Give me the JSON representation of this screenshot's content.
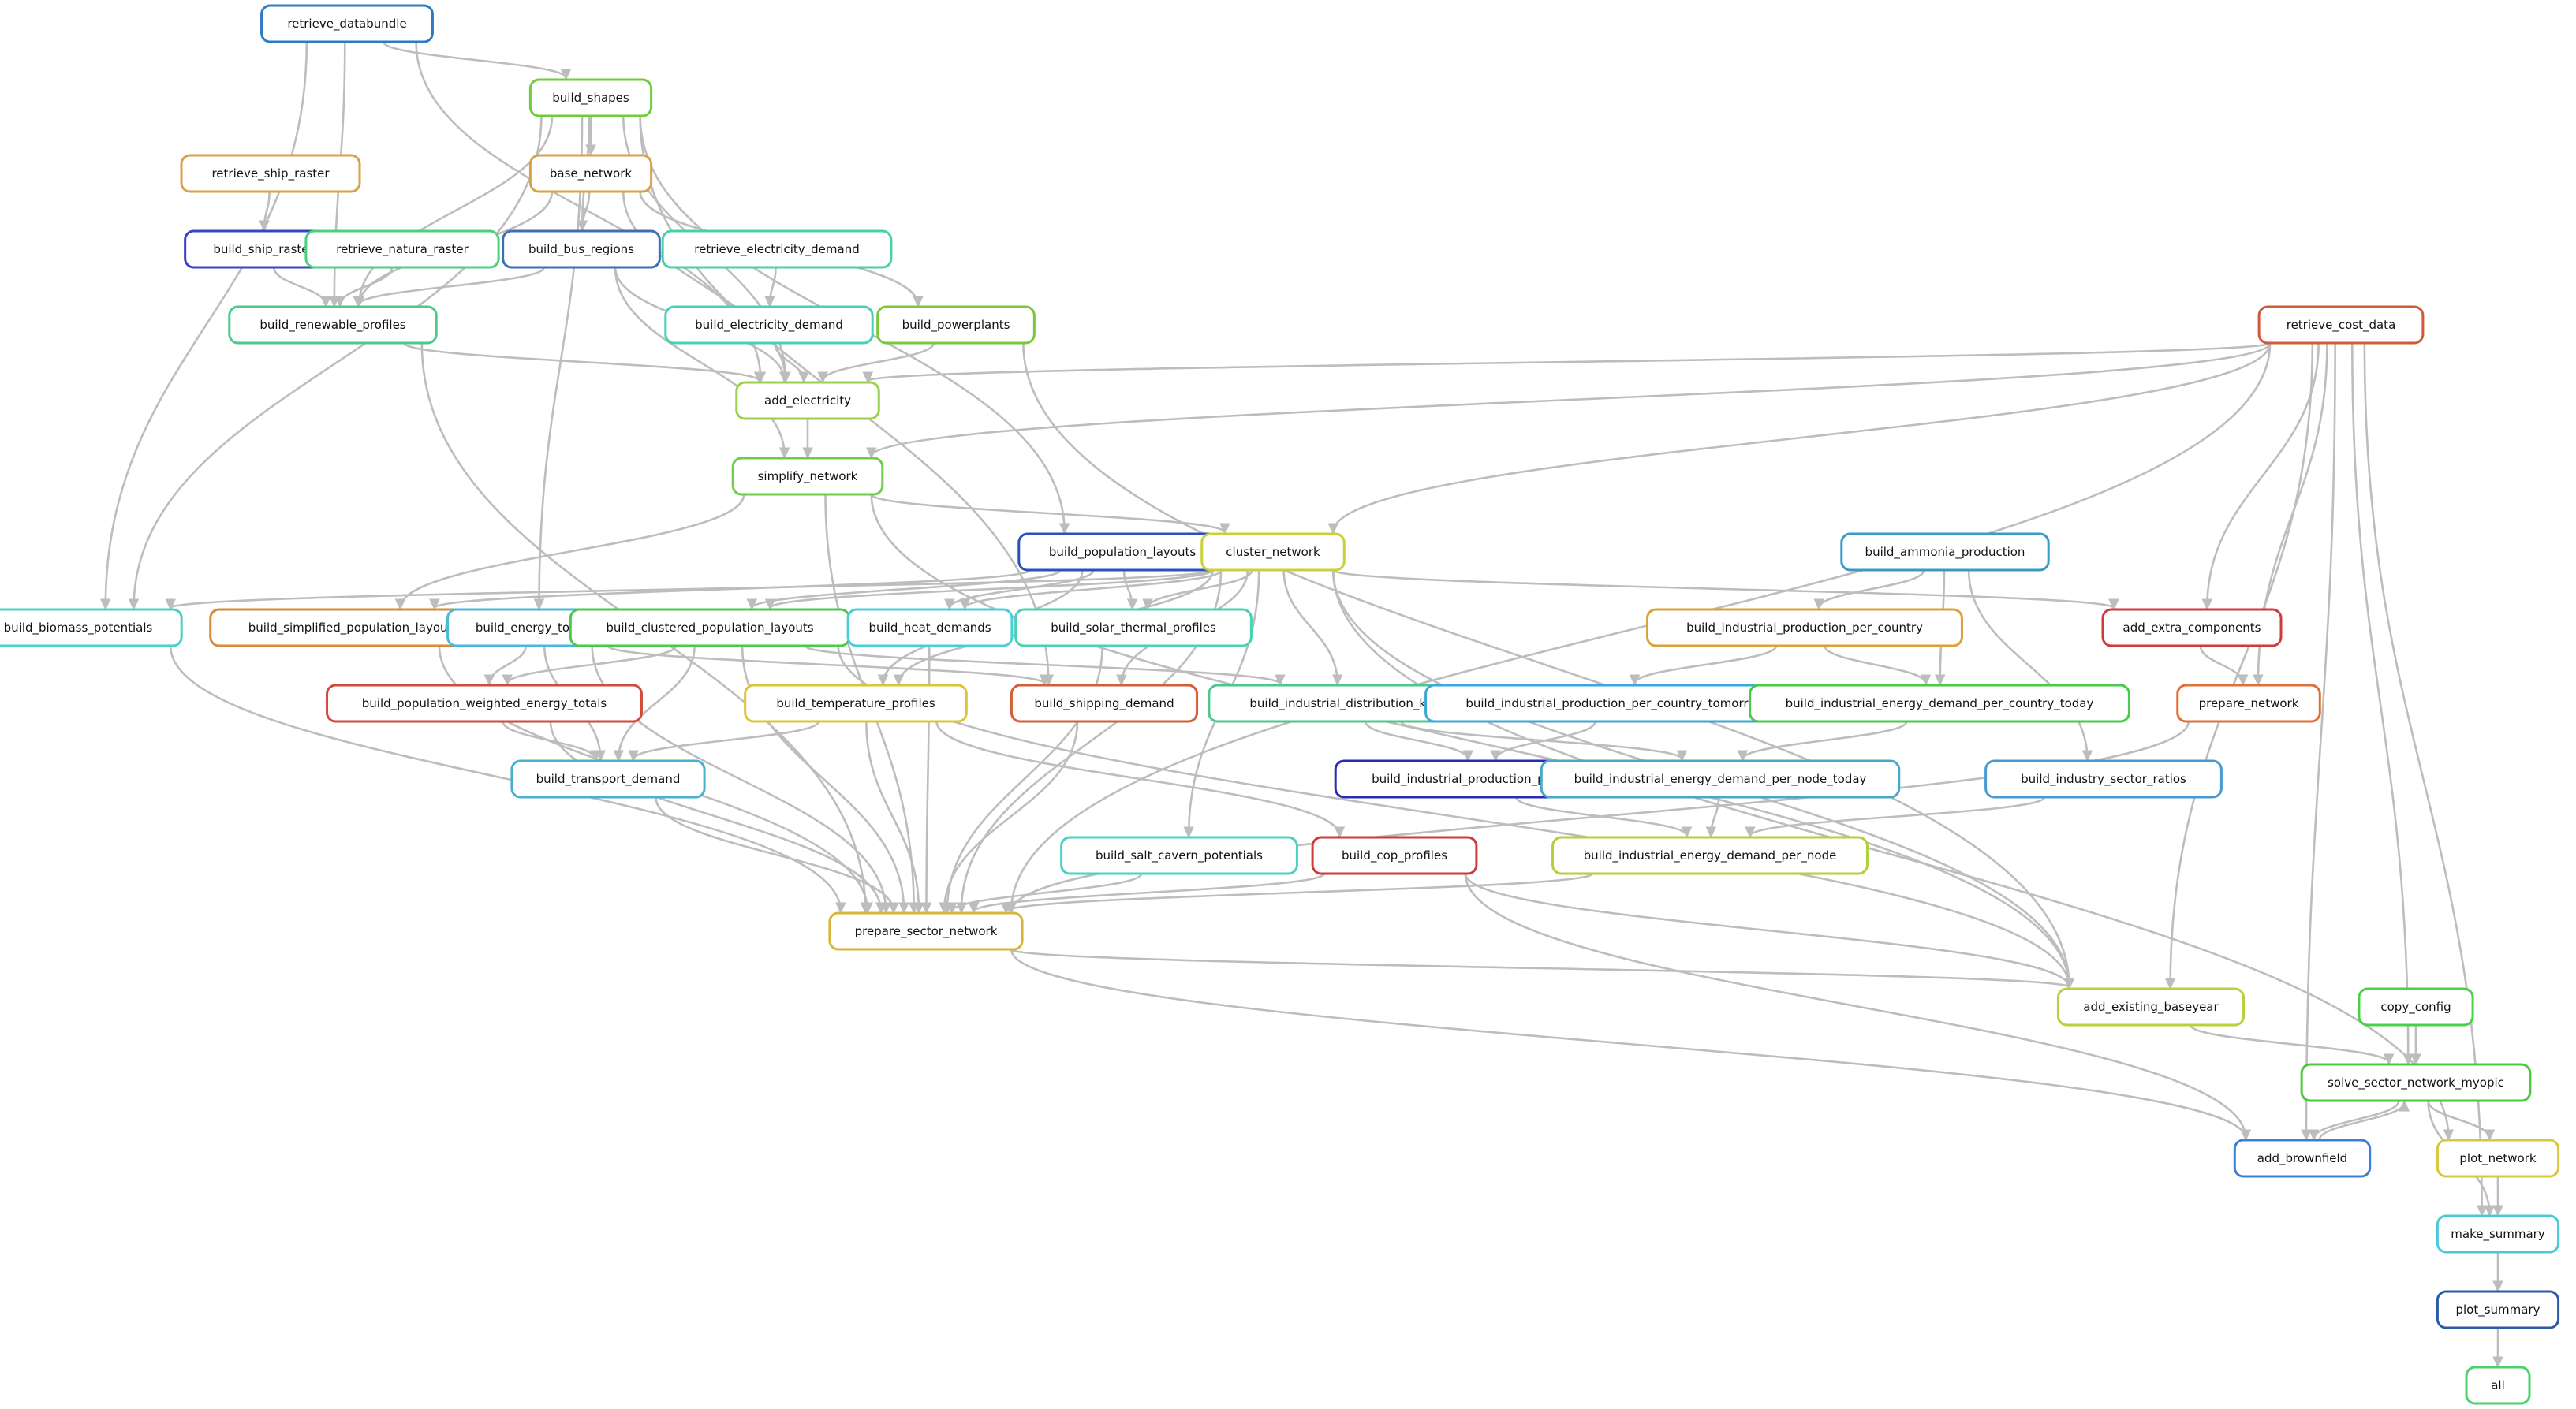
{
  "diagram": {
    "nodes": [
      {
        "id": "retrieve_databundle",
        "label": "retrieve_databundle",
        "color": "#2e7bc4"
      },
      {
        "id": "build_shapes",
        "label": "build_shapes",
        "color": "#6fcc3a"
      },
      {
        "id": "retrieve_ship_raster",
        "label": "retrieve_ship_raster",
        "color": "#d9a24a"
      },
      {
        "id": "base_network",
        "label": "base_network",
        "color": "#d9a24a"
      },
      {
        "id": "build_ship_raster",
        "label": "build_ship_raster",
        "color": "#3a43c4"
      },
      {
        "id": "retrieve_natura_raster",
        "label": "retrieve_natura_raster",
        "color": "#49d17c"
      },
      {
        "id": "build_bus_regions",
        "label": "build_bus_regions",
        "color": "#3d6fb3"
      },
      {
        "id": "retrieve_electricity_demand",
        "label": "retrieve_electricity_demand",
        "color": "#49d1a6"
      },
      {
        "id": "build_renewable_profiles",
        "label": "build_renewable_profiles",
        "color": "#49c98a"
      },
      {
        "id": "build_electricity_demand",
        "label": "build_electricity_demand",
        "color": "#49d1b5"
      },
      {
        "id": "build_powerplants",
        "label": "build_powerplants",
        "color": "#7ac93a"
      },
      {
        "id": "retrieve_cost_data",
        "label": "retrieve_cost_data",
        "color": "#d15a3a"
      },
      {
        "id": "add_electricity",
        "label": "add_electricity",
        "color": "#9ad150"
      },
      {
        "id": "simplify_network",
        "label": "simplify_network",
        "color": "#6fcc4a"
      },
      {
        "id": "build_population_layouts",
        "label": "build_population_layouts",
        "color": "#2a53b5"
      },
      {
        "id": "cluster_network",
        "label": "cluster_network",
        "color": "#c8d13a"
      },
      {
        "id": "build_ammonia_production",
        "label": "build_ammonia_production",
        "color": "#3a9ac4"
      },
      {
        "id": "build_biomass_potentials",
        "label": "build_biomass_potentials",
        "color": "#49d1c1"
      },
      {
        "id": "build_simplified_population_layouts",
        "label": "build_simplified_population_layouts",
        "color": "#d98a3a"
      },
      {
        "id": "build_energy_totals",
        "label": "build_energy_totals",
        "color": "#49b8d9"
      },
      {
        "id": "build_clustered_population_layouts",
        "label": "build_clustered_population_layouts",
        "color": "#4ac94a"
      },
      {
        "id": "build_heat_demands",
        "label": "build_heat_demands",
        "color": "#49cdd9"
      },
      {
        "id": "build_solar_thermal_profiles",
        "label": "build_solar_thermal_profiles",
        "color": "#49d1b0"
      },
      {
        "id": "build_industrial_production_per_country",
        "label": "build_industrial_production_per_country",
        "color": "#d9a23a"
      },
      {
        "id": "add_extra_components",
        "label": "add_extra_components",
        "color": "#d13a3a"
      },
      {
        "id": "build_population_weighted_energy_totals",
        "label": "build_population_weighted_energy_totals",
        "color": "#d14a3a"
      },
      {
        "id": "build_temperature_profiles",
        "label": "build_temperature_profiles",
        "color": "#d9c43a"
      },
      {
        "id": "build_shipping_demand",
        "label": "build_shipping_demand",
        "color": "#d1603a"
      },
      {
        "id": "build_industrial_distribution_key",
        "label": "build_industrial_distribution_key",
        "color": "#49c98a"
      },
      {
        "id": "build_industrial_production_per_country_tomorrow",
        "label": "build_industrial_production_per_country_tomorrow",
        "color": "#3aa8d9"
      },
      {
        "id": "build_industrial_energy_demand_per_country_today",
        "label": "build_industrial_energy_demand_per_country_today",
        "color": "#4ac94a"
      },
      {
        "id": "prepare_network",
        "label": "prepare_network",
        "color": "#e0703a"
      },
      {
        "id": "build_transport_demand",
        "label": "build_transport_demand",
        "color": "#49b0d1"
      },
      {
        "id": "build_industrial_production_per_node",
        "label": "build_industrial_production_per_node",
        "color": "#2a2ab5"
      },
      {
        "id": "build_industrial_energy_demand_per_node_today",
        "label": "build_industrial_energy_demand_per_node_today",
        "color": "#49a8c9"
      },
      {
        "id": "build_industry_sector_ratios",
        "label": "build_industry_sector_ratios",
        "color": "#4a9ad1"
      },
      {
        "id": "build_salt_cavern_potentials",
        "label": "build_salt_cavern_potentials",
        "color": "#49d1c4"
      },
      {
        "id": "build_cop_profiles",
        "label": "build_cop_profiles",
        "color": "#d13a3a"
      },
      {
        "id": "build_industrial_energy_demand_per_node",
        "label": "build_industrial_energy_demand_per_node",
        "color": "#b0d13a"
      },
      {
        "id": "prepare_sector_network",
        "label": "prepare_sector_network",
        "color": "#d9b43a"
      },
      {
        "id": "add_existing_baseyear",
        "label": "add_existing_baseyear",
        "color": "#b8d13a"
      },
      {
        "id": "copy_config",
        "label": "copy_config",
        "color": "#4ad14a"
      },
      {
        "id": "solve_sector_network_myopic",
        "label": "solve_sector_network_myopic",
        "color": "#4ac93a"
      },
      {
        "id": "add_brownfield",
        "label": "add_brownfield",
        "color": "#3a80d9"
      },
      {
        "id": "plot_network",
        "label": "plot_network",
        "color": "#d9c83a"
      },
      {
        "id": "make_summary",
        "label": "make_summary",
        "color": "#49c9d9"
      },
      {
        "id": "plot_summary",
        "label": "plot_summary",
        "color": "#2a5aa8"
      },
      {
        "id": "all",
        "label": "all",
        "color": "#4ad16a"
      }
    ],
    "edges": [
      [
        "retrieve_databundle",
        "build_shapes"
      ],
      [
        "retrieve_databundle",
        "build_biomass_potentials"
      ],
      [
        "retrieve_databundle",
        "build_renewable_profiles"
      ],
      [
        "retrieve_databundle",
        "add_electricity"
      ],
      [
        "build_shapes",
        "base_network"
      ],
      [
        "build_shapes",
        "build_bus_regions"
      ],
      [
        "build_shapes",
        "build_renewable_profiles"
      ],
      [
        "build_shapes",
        "add_electricity"
      ],
      [
        "build_shapes",
        "build_biomass_potentials"
      ],
      [
        "build_shapes",
        "build_population_layouts"
      ],
      [
        "build_shapes",
        "build_energy_totals"
      ],
      [
        "build_shapes",
        "build_shipping_demand"
      ],
      [
        "retrieve_ship_raster",
        "build_ship_raster"
      ],
      [
        "base_network",
        "build_bus_regions"
      ],
      [
        "base_network",
        "build_renewable_profiles"
      ],
      [
        "base_network",
        "add_electricity"
      ],
      [
        "base_network",
        "build_powerplants"
      ],
      [
        "build_ship_raster",
        "build_renewable_profiles"
      ],
      [
        "retrieve_natura_raster",
        "build_renewable_profiles"
      ],
      [
        "build_bus_regions",
        "build_renewable_profiles"
      ],
      [
        "build_bus_regions",
        "add_electricity"
      ],
      [
        "build_bus_regions",
        "simplify_network"
      ],
      [
        "retrieve_electricity_demand",
        "build_electricity_demand"
      ],
      [
        "build_electricity_demand",
        "add_electricity"
      ],
      [
        "build_renewable_profiles",
        "add_electricity"
      ],
      [
        "build_renewable_profiles",
        "prepare_sector_network"
      ],
      [
        "build_powerplants",
        "add_electricity"
      ],
      [
        "build_powerplants",
        "add_existing_baseyear"
      ],
      [
        "retrieve_cost_data",
        "add_electricity"
      ],
      [
        "retrieve_cost_data",
        "simplify_network"
      ],
      [
        "retrieve_cost_data",
        "cluster_network"
      ],
      [
        "retrieve_cost_data",
        "add_extra_components"
      ],
      [
        "retrieve_cost_data",
        "prepare_network"
      ],
      [
        "retrieve_cost_data",
        "prepare_sector_network"
      ],
      [
        "retrieve_cost_data",
        "add_existing_baseyear"
      ],
      [
        "retrieve_cost_data",
        "add_brownfield"
      ],
      [
        "retrieve_cost_data",
        "solve_sector_network_myopic"
      ],
      [
        "retrieve_cost_data",
        "make_summary"
      ],
      [
        "add_electricity",
        "simplify_network"
      ],
      [
        "simplify_network",
        "cluster_network"
      ],
      [
        "simplify_network",
        "build_simplified_population_layouts"
      ],
      [
        "simplify_network",
        "prepare_sector_network"
      ],
      [
        "simplify_network",
        "add_existing_baseyear"
      ],
      [
        "build_population_layouts",
        "build_simplified_population_layouts"
      ],
      [
        "build_population_layouts",
        "build_clustered_population_layouts"
      ],
      [
        "build_population_layouts",
        "build_heat_demands"
      ],
      [
        "build_population_layouts",
        "build_solar_thermal_profiles"
      ],
      [
        "build_population_layouts",
        "build_temperature_profiles"
      ],
      [
        "cluster_network",
        "build_biomass_potentials"
      ],
      [
        "cluster_network",
        "build_clustered_population_layouts"
      ],
      [
        "cluster_network",
        "build_heat_demands"
      ],
      [
        "cluster_network",
        "build_solar_thermal_profiles"
      ],
      [
        "cluster_network",
        "build_temperature_profiles"
      ],
      [
        "cluster_network",
        "build_shipping_demand"
      ],
      [
        "cluster_network",
        "build_industrial_distribution_key"
      ],
      [
        "cluster_network",
        "build_salt_cavern_potentials"
      ],
      [
        "cluster_network",
        "add_extra_components"
      ],
      [
        "cluster_network",
        "prepare_sector_network"
      ],
      [
        "cluster_network",
        "add_existing_baseyear"
      ],
      [
        "cluster_network",
        "plot_network"
      ],
      [
        "build_ammonia_production",
        "build_industrial_production_per_country"
      ],
      [
        "build_ammonia_production",
        "build_industrial_energy_demand_per_country_today"
      ],
      [
        "build_ammonia_production",
        "build_industry_sector_ratios"
      ],
      [
        "build_biomass_potentials",
        "prepare_sector_network"
      ],
      [
        "build_simplified_population_layouts",
        "prepare_sector_network"
      ],
      [
        "build_energy_totals",
        "build_population_weighted_energy_totals"
      ],
      [
        "build_energy_totals",
        "build_transport_demand"
      ],
      [
        "build_energy_totals",
        "build_shipping_demand"
      ],
      [
        "build_energy_totals",
        "prepare_sector_network"
      ],
      [
        "build_clustered_population_layouts",
        "build_population_weighted_energy_totals"
      ],
      [
        "build_clustered_population_layouts",
        "build_transport_demand"
      ],
      [
        "build_clustered_population_layouts",
        "build_industrial_distribution_key"
      ],
      [
        "build_clustered_population_layouts",
        "prepare_sector_network"
      ],
      [
        "build_clustered_population_layouts",
        "add_existing_baseyear"
      ],
      [
        "build_heat_demands",
        "prepare_sector_network"
      ],
      [
        "build_solar_thermal_profiles",
        "prepare_sector_network"
      ],
      [
        "build_industrial_production_per_country",
        "build_industrial_production_per_country_tomorrow"
      ],
      [
        "build_industrial_production_per_country",
        "build_industrial_energy_demand_per_country_today"
      ],
      [
        "add_extra_components",
        "prepare_network"
      ],
      [
        "build_population_weighted_energy_totals",
        "build_transport_demand"
      ],
      [
        "build_population_weighted_energy_totals",
        "prepare_sector_network"
      ],
      [
        "build_temperature_profiles",
        "build_transport_demand"
      ],
      [
        "build_temperature_profiles",
        "build_cop_profiles"
      ],
      [
        "build_temperature_profiles",
        "prepare_sector_network"
      ],
      [
        "build_shipping_demand",
        "prepare_sector_network"
      ],
      [
        "build_industrial_distribution_key",
        "build_industrial_production_per_node"
      ],
      [
        "build_industrial_distribution_key",
        "build_industrial_energy_demand_per_node_today"
      ],
      [
        "build_industrial_production_per_country_tomorrow",
        "build_industrial_production_per_node"
      ],
      [
        "build_industrial_energy_demand_per_country_today",
        "build_industrial_energy_demand_per_node_today"
      ],
      [
        "prepare_network",
        "prepare_sector_network"
      ],
      [
        "build_transport_demand",
        "prepare_sector_network"
      ],
      [
        "build_industrial_production_per_node",
        "build_industrial_energy_demand_per_node"
      ],
      [
        "build_industrial_energy_demand_per_node_today",
        "build_industrial_energy_demand_per_node"
      ],
      [
        "build_industry_sector_ratios",
        "build_industrial_energy_demand_per_node"
      ],
      [
        "build_salt_cavern_potentials",
        "prepare_sector_network"
      ],
      [
        "build_cop_profiles",
        "prepare_sector_network"
      ],
      [
        "build_cop_profiles",
        "add_existing_baseyear"
      ],
      [
        "build_cop_profiles",
        "add_brownfield"
      ],
      [
        "build_industrial_energy_demand_per_node",
        "prepare_sector_network"
      ],
      [
        "prepare_sector_network",
        "add_existing_baseyear"
      ],
      [
        "prepare_sector_network",
        "add_brownfield"
      ],
      [
        "add_existing_baseyear",
        "solve_sector_network_myopic"
      ],
      [
        "copy_config",
        "solve_sector_network_myopic"
      ],
      [
        "solve_sector_network_myopic",
        "add_brownfield"
      ],
      [
        "add_brownfield",
        "solve_sector_network_myopic"
      ],
      [
        "solve_sector_network_myopic",
        "plot_network"
      ],
      [
        "solve_sector_network_myopic",
        "make_summary"
      ],
      [
        "plot_network",
        "make_summary"
      ],
      [
        "make_summary",
        "plot_summary"
      ],
      [
        "plot_summary",
        "all"
      ]
    ]
  }
}
